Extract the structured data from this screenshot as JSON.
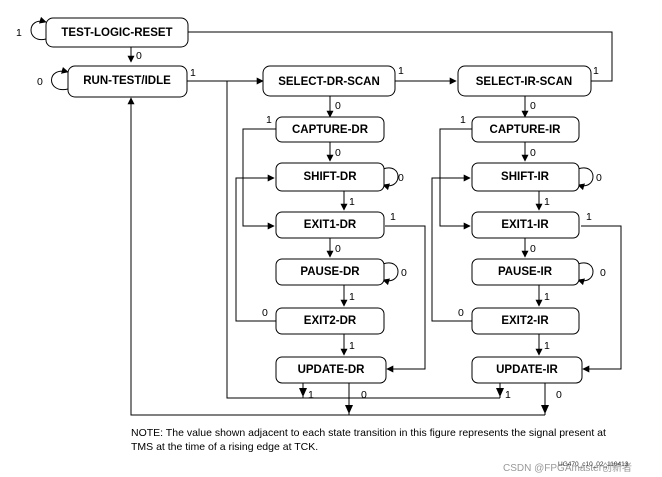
{
  "states": {
    "test_logic_reset": "TEST-LOGIC-RESET",
    "run_test_idle": "RUN-TEST/IDLE",
    "select_dr_scan": "SELECT-DR-SCAN",
    "capture_dr": "CAPTURE-DR",
    "shift_dr": "SHIFT-DR",
    "exit1_dr": "EXIT1-DR",
    "pause_dr": "PAUSE-DR",
    "exit2_dr": "EXIT2-DR",
    "update_dr": "UPDATE-DR",
    "select_ir_scan": "SELECT-IR-SCAN",
    "capture_ir": "CAPTURE-IR",
    "shift_ir": "SHIFT-IR",
    "exit1_ir": "EXIT1-IR",
    "pause_ir": "PAUSE-IR",
    "exit2_ir": "EXIT2-IR",
    "update_ir": "UPDATE-IR"
  },
  "tms": {
    "zero": "0",
    "one": "1"
  },
  "note": "NOTE:  The value shown adjacent to each state transition in this figure represents the signal present at TMS at the time of a rising edge at TCK.",
  "figure_id": "UG470_c10_02_110413",
  "watermark": "CSDN @FPGAmaster创新者"
}
